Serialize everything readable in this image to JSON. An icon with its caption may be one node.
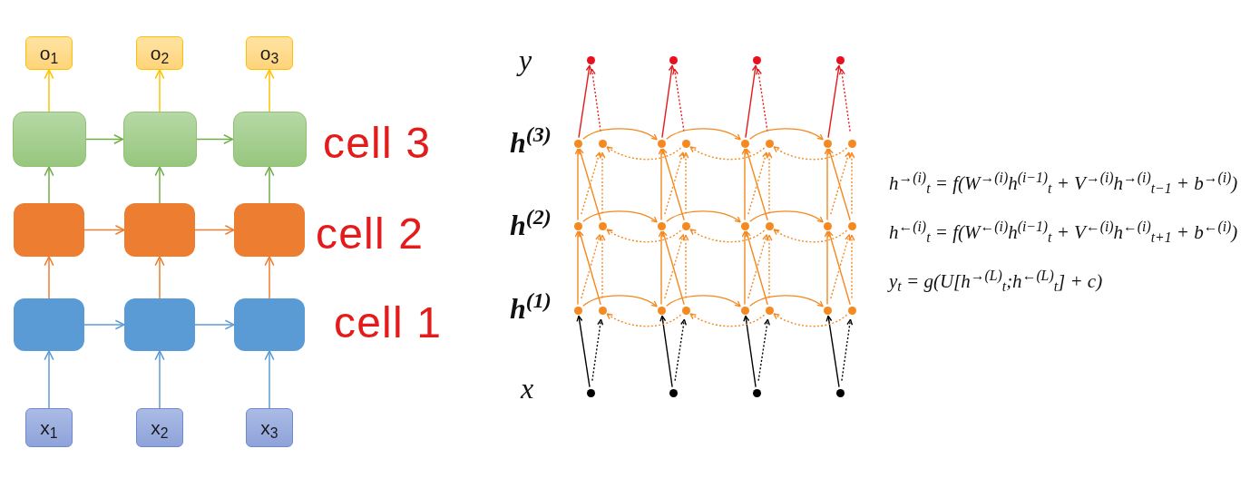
{
  "diagram": {
    "nodes": [
      {
        "text": [
          "o$_{1}$"
        ]
      },
      {
        "text": [
          "o$_{2}$"
        ]
      },
      {
        "text": [
          "o$_{3}$"
        ]
      },
      {
        "text": [],
        "shape": "box"
      },
      {
        "text": [],
        "shape": "box"
      },
      {
        "text": [],
        "shape": "box"
      },
      {
        "text": [],
        "shape": "box"
      },
      {
        "text": [],
        "shape": "box"
      },
      {
        "text": [],
        "shape": "box"
      },
      {
        "text": [],
        "shape": "box"
      },
      {
        "text": [],
        "shape": "box"
      },
      {
        "text": [],
        "shape": "box"
      },
      {
        "text": [
          "x$_{1}$"
        ]
      },
      {
        "text": [
          "x$_{2}$"
        ]
      },
      {
        "text": [
          "x$_{3}$"
        ]
      },
      {
        "text": [],
        "shape": "circle"
      },
      {
        "text": [],
        "shape": "circle"
      },
      {
        "text": [],
        "shape": "circle"
      },
      {
        "text": [],
        "shape": "circle"
      },
      {
        "text": [],
        "shape": "circle"
      },
      {
        "text": [],
        "shape": "circle"
      },
      {
        "text": [],
        "shape": "circle"
      },
      {
        "text": [],
        "shape": "circle"
      },
      {
        "text": [],
        "shape": "circle"
      },
      {
        "text": [],
        "shape": "circle"
      },
      {
        "text": [],
        "shape": "circle"
      },
      {
        "text": [],
        "shape": "circle"
      },
      {
        "text": [],
        "shape": "circle"
      },
      {
        "text": [],
        "shape": "circle"
      },
      {
        "text": [],
        "shape": "circle"
      },
      {
        "text": [],
        "shape": "circle"
      },
      {
        "text": [],
        "shape": "circle"
      },
      {
        "text": [],
        "shape": "circle"
      },
      {
        "text": [],
        "shape": "circle"
      },
      {
        "text": [],
        "shape": "circle"
      },
      {
        "text": [],
        "shape": "circle"
      },
      {
        "text": [],
        "shape": "circle"
      },
      {
        "text": [],
        "shape": "circle"
      },
      {
        "text": [],
        "shape": "circle"
      },
      {
        "text": [],
        "shape": "circle"
      },
      {
        "text": [],
        "shape": "circle"
      },
      {
        "text": [],
        "shape": "circle"
      },
      {
        "text": [],
        "shape": "circle"
      },
      {
        "text": [],
        "shape": "circle"
      },
      {
        "text": [],
        "shape": "circle"
      },
      {
        "text": [],
        "shape": "circle"
      },
      {
        "text": [],
        "shape": "circle"
      }
    ],
    "edges": [
      {
        "from": 12,
        "to": 9,
        "arrow": "to",
        "color": "#5b9bd5"
      },
      {
        "from": 13,
        "to": 10,
        "arrow": "to",
        "color": "#5b9bd5"
      },
      {
        "from": 14,
        "to": 11,
        "arrow": "to",
        "color": "#5b9bd5"
      },
      {
        "from": 9,
        "to": 10,
        "arrow": "to",
        "color": "#5b9bd5"
      },
      {
        "from": 10,
        "to": 11,
        "arrow": "to",
        "color": "#5b9bd5"
      },
      {
        "from": 9,
        "to": 6,
        "arrow": "to",
        "color": "#ed7d31"
      },
      {
        "from": 10,
        "to": 7,
        "arrow": "to",
        "color": "#ed7d31"
      },
      {
        "from": 11,
        "to": 8,
        "arrow": "to",
        "color": "#ed7d31"
      },
      {
        "from": 6,
        "to": 7,
        "arrow": "to",
        "color": "#ed7d31"
      },
      {
        "from": 7,
        "to": 8,
        "arrow": "to",
        "color": "#ed7d31"
      },
      {
        "from": 6,
        "to": 3,
        "arrow": "to",
        "color": "#70ad47"
      },
      {
        "from": 7,
        "to": 4,
        "arrow": "to",
        "color": "#70ad47"
      },
      {
        "from": 8,
        "to": 5,
        "arrow": "to",
        "color": "#70ad47"
      },
      {
        "from": 3,
        "to": 4,
        "arrow": "to",
        "color": "#70ad47"
      },
      {
        "from": 4,
        "to": 5,
        "arrow": "to",
        "color": "#70ad47"
      },
      {
        "from": 3,
        "to": 0,
        "arrow": "to",
        "color": "#ffc000"
      },
      {
        "from": 4,
        "to": 1,
        "arrow": "to",
        "color": "#ffc000"
      },
      {
        "from": 5,
        "to": 2,
        "arrow": "to",
        "color": "#ffc000"
      },
      {
        "from": 43,
        "to": 35,
        "arrow": "to",
        "color": "#000000"
      },
      {
        "from": 43,
        "to": 36,
        "arrow": "to",
        "style": "dashed",
        "color": "#000000"
      },
      {
        "from": 35,
        "to": 27,
        "arrow": "to"
      },
      {
        "from": 36,
        "to": 27,
        "arrow": "to"
      },
      {
        "from": 35,
        "to": 28,
        "arrow": "to",
        "style": "dashed"
      },
      {
        "from": 36,
        "to": 28,
        "arrow": "to",
        "style": "dashed"
      },
      {
        "from": 27,
        "to": 19,
        "arrow": "to"
      },
      {
        "from": 28,
        "to": 19,
        "arrow": "to"
      },
      {
        "from": 27,
        "to": 20,
        "arrow": "to",
        "style": "dashed"
      },
      {
        "from": 28,
        "to": 20,
        "arrow": "to",
        "style": "dashed"
      },
      {
        "from": 19,
        "to": 15,
        "arrow": "to",
        "color": "#e31a1c"
      },
      {
        "from": 20,
        "to": 15,
        "arrow": "to",
        "style": "dashed",
        "color": "#e31a1c"
      },
      {
        "from": 44,
        "to": 37,
        "arrow": "to",
        "color": "#000000"
      },
      {
        "from": 44,
        "to": 38,
        "arrow": "to",
        "style": "dashed",
        "color": "#000000"
      },
      {
        "from": 37,
        "to": 29,
        "arrow": "to"
      },
      {
        "from": 38,
        "to": 29,
        "arrow": "to"
      },
      {
        "from": 37,
        "to": 30,
        "arrow": "to",
        "style": "dashed"
      },
      {
        "from": 38,
        "to": 30,
        "arrow": "to",
        "style": "dashed"
      },
      {
        "from": 29,
        "to": 21,
        "arrow": "to"
      },
      {
        "from": 30,
        "to": 21,
        "arrow": "to"
      },
      {
        "from": 29,
        "to": 22,
        "arrow": "to",
        "style": "dashed"
      },
      {
        "from": 30,
        "to": 22,
        "arrow": "to",
        "style": "dashed"
      },
      {
        "from": 21,
        "to": 16,
        "arrow": "to",
        "color": "#e31a1c"
      },
      {
        "from": 22,
        "to": 16,
        "arrow": "to",
        "style": "dashed",
        "color": "#e31a1c"
      },
      {
        "from": 45,
        "to": 39,
        "arrow": "to",
        "color": "#000000"
      },
      {
        "from": 45,
        "to": 40,
        "arrow": "to",
        "style": "dashed",
        "color": "#000000"
      },
      {
        "from": 39,
        "to": 31,
        "arrow": "to"
      },
      {
        "from": 40,
        "to": 31,
        "arrow": "to"
      },
      {
        "from": 39,
        "to": 32,
        "arrow": "to",
        "style": "dashed"
      },
      {
        "from": 40,
        "to": 32,
        "arrow": "to",
        "style": "dashed"
      },
      {
        "from": 31,
        "to": 23,
        "arrow": "to"
      },
      {
        "from": 32,
        "to": 23,
        "arrow": "to"
      },
      {
        "from": 31,
        "to": 24,
        "arrow": "to",
        "style": "dashed"
      },
      {
        "from": 32,
        "to": 24,
        "arrow": "to",
        "style": "dashed"
      },
      {
        "from": 23,
        "to": 17,
        "arrow": "to",
        "color": "#e31a1c"
      },
      {
        "from": 24,
        "to": 17,
        "arrow": "to",
        "style": "dashed",
        "color": "#e31a1c"
      },
      {
        "from": 46,
        "to": 41,
        "arrow": "to",
        "color": "#000000"
      },
      {
        "from": 46,
        "to": 42,
        "arrow": "to",
        "style": "dashed",
        "color": "#000000"
      },
      {
        "from": 41,
        "to": 33,
        "arrow": "to"
      },
      {
        "from": 42,
        "to": 33,
        "arrow": "to"
      },
      {
        "from": 41,
        "to": 34,
        "arrow": "to",
        "style": "dashed"
      },
      {
        "from": 42,
        "to": 34,
        "arrow": "to",
        "style": "dashed"
      },
      {
        "from": 33,
        "to": 25,
        "arrow": "to"
      },
      {
        "from": 34,
        "to": 25,
        "arrow": "to"
      },
      {
        "from": 33,
        "to": 26,
        "arrow": "to",
        "style": "dashed"
      },
      {
        "from": 34,
        "to": 26,
        "arrow": "to",
        "style": "dashed"
      },
      {
        "from": 25,
        "to": 18,
        "arrow": "to",
        "color": "#e31a1c"
      },
      {
        "from": 26,
        "to": 18,
        "arrow": "to",
        "style": "dashed",
        "color": "#e31a1c"
      },
      {
        "from": 19,
        "to": 21,
        "arrow": "to"
      },
      {
        "from": 21,
        "to": 23,
        "arrow": "to"
      },
      {
        "from": 23,
        "to": 25,
        "arrow": "to"
      },
      {
        "from": 22,
        "to": 20,
        "arrow": "to",
        "style": "dashed"
      },
      {
        "from": 24,
        "to": 22,
        "arrow": "to",
        "style": "dashed"
      },
      {
        "from": 26,
        "to": 24,
        "arrow": "to",
        "style": "dashed"
      },
      {
        "from": 27,
        "to": 29,
        "arrow": "to"
      },
      {
        "from": 29,
        "to": 31,
        "arrow": "to"
      },
      {
        "from": 31,
        "to": 33,
        "arrow": "to"
      },
      {
        "from": 30,
        "to": 28,
        "arrow": "to",
        "style": "dashed"
      },
      {
        "from": 32,
        "to": 30,
        "arrow": "to",
        "style": "dashed"
      },
      {
        "from": 34,
        "to": 32,
        "arrow": "to",
        "style": "dashed"
      },
      {
        "from": 35,
        "to": 37,
        "arrow": "to"
      },
      {
        "from": 37,
        "to": 39,
        "arrow": "to"
      },
      {
        "from": 39,
        "to": 41,
        "arrow": "to"
      },
      {
        "from": 38,
        "to": 36,
        "arrow": "to",
        "style": "dashed"
      },
      {
        "from": 40,
        "to": 38,
        "arrow": "to",
        "style": "dashed"
      },
      {
        "from": 42,
        "to": 40,
        "arrow": "to",
        "style": "dashed"
      }
    ],
    "labels": [
      "cell 3",
      "cell 2",
      "cell 1",
      "y",
      "h$^{(3)}$",
      "h$^{(2)}$",
      "h$^{(1)}$",
      "x",
      "h$^{→(i)}$$_{t}$ = f(W$^{→(i)}$h$^{(i−1)}$$_{t}$ + V$^{→(i)}$h$^{→(i)}$$_{t−1}$ + b$^{→(i)}$)",
      "h$^{←(i)}$$_{t}$ = f(W$^{←(i)}$h$^{(i−1)}$$_{t}$ + V$^{←(i)}$h$^{←(i)}$$_{t+1}$ + b$^{←(i)}$)",
      "y$_{t}$ = g(U[h$^{→(L)}$$_{t}$;h$^{←(L)}$$_{t}$] + c)"
    ]
  }
}
